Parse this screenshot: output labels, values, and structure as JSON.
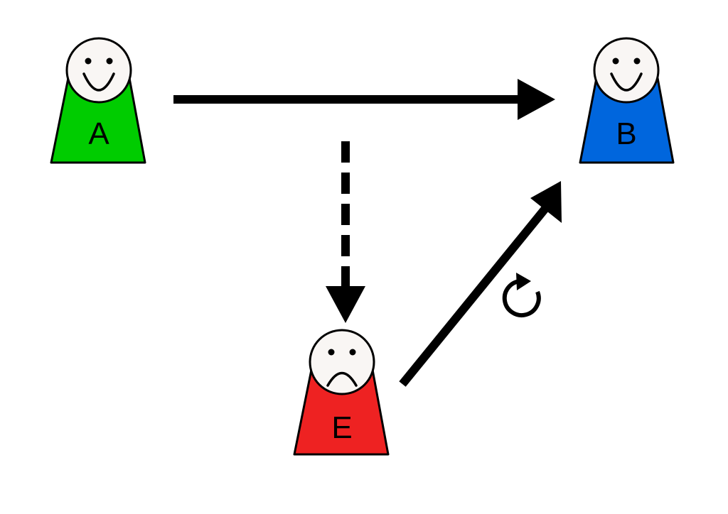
{
  "people": {
    "alice": {
      "label": "A",
      "color": "#00cc00",
      "expression": "smile"
    },
    "bob": {
      "label": "B",
      "color": "#0066dd",
      "expression": "smile"
    },
    "eve": {
      "label": "E",
      "color": "#ee2222",
      "expression": "frown"
    }
  },
  "edges": [
    {
      "from": "A",
      "to": "B",
      "style": "solid"
    },
    {
      "from": "A",
      "to": "E",
      "style": "dashed"
    },
    {
      "from": "E",
      "to": "B",
      "style": "solid"
    }
  ],
  "icons": {
    "replay": "refresh-icon"
  }
}
